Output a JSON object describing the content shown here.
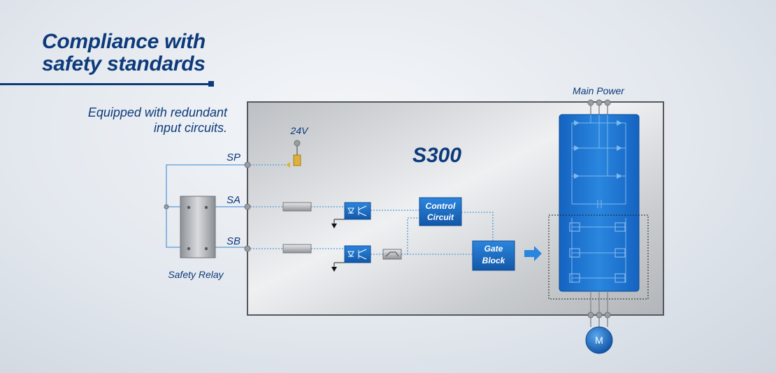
{
  "heading": {
    "line1": "Compliance with",
    "line2": "safety standards"
  },
  "subheading": {
    "line1": "Equipped with redundant",
    "line2": "input circuits."
  },
  "diagram": {
    "device_name": "S300",
    "voltage": "24V",
    "terminals": {
      "sp": "SP",
      "sa": "SA",
      "sb": "SB"
    },
    "safety_relay": "Safety Relay",
    "control_circuit": {
      "line1": "Control",
      "line2": "Circuit"
    },
    "gate_block": {
      "line1": "Gate",
      "line2": "Block"
    },
    "main_power": "Main Power",
    "motor": "M",
    "colors": {
      "brand_blue": "#0d3a7a",
      "block_blue": "#1a6fc9",
      "wire_blue": "#5a9ad8"
    }
  }
}
